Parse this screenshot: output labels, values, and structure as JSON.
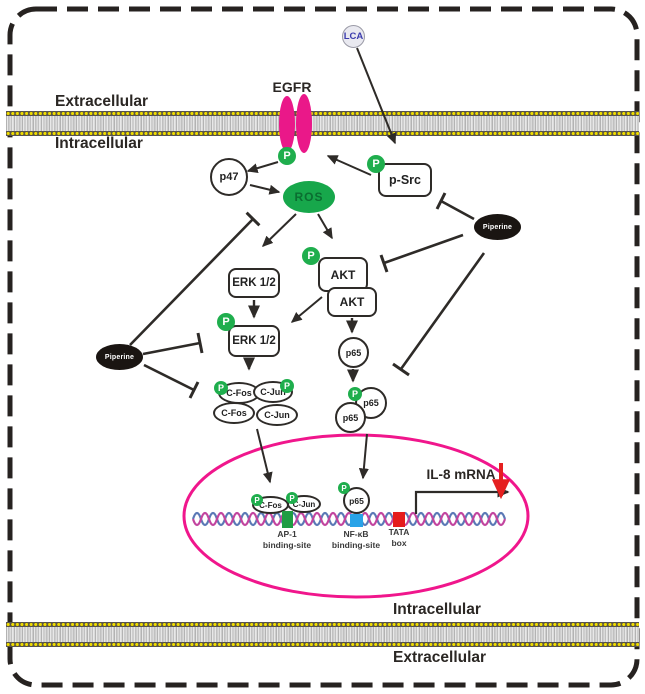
{
  "figure": {
    "type": "cell-signaling-pathway-diagram",
    "compartments": {
      "extracellular": "Extracellular",
      "intracellular": "Intracellular"
    },
    "nodes": {
      "lca": "LCA",
      "egfr": "EGFR",
      "p47": "p47",
      "ros": "ROS",
      "p_src": "p-Src",
      "erk": "ERK 1/2",
      "akt": "AKT",
      "p65": "p65",
      "c_fos": "C-Fos",
      "c_jun": "C-Jun",
      "piperine": "Piperine",
      "phospho": "P"
    },
    "nucleus": {
      "ap1_name": "AP-1",
      "ap1_suffix": "binding-site",
      "nfkb_name": "NF-κB",
      "nfkb_suffix": "binding-site",
      "tata_name": "TATA",
      "tata_suffix": "box",
      "il8_label": "IL-8 mRNA"
    },
    "colors": {
      "phospho_green": "#1fae4d",
      "ros_green": "#17a74b",
      "receptor_magenta": "#ea1889",
      "nucleus_pink": "#f0168c",
      "ap1_site_green": "#1f9d44",
      "nfkb_site_blue": "#29a3e8",
      "tata_box_red": "#e51c1c",
      "piperine_black": "#1a1512",
      "lca_text_blue": "#3b3bad",
      "dna_strand_blue": "#5b79b6",
      "dna_strand_magenta": "#c2459f",
      "down_arrow_red": "#e52020",
      "line_black": "#2e2b28"
    }
  }
}
